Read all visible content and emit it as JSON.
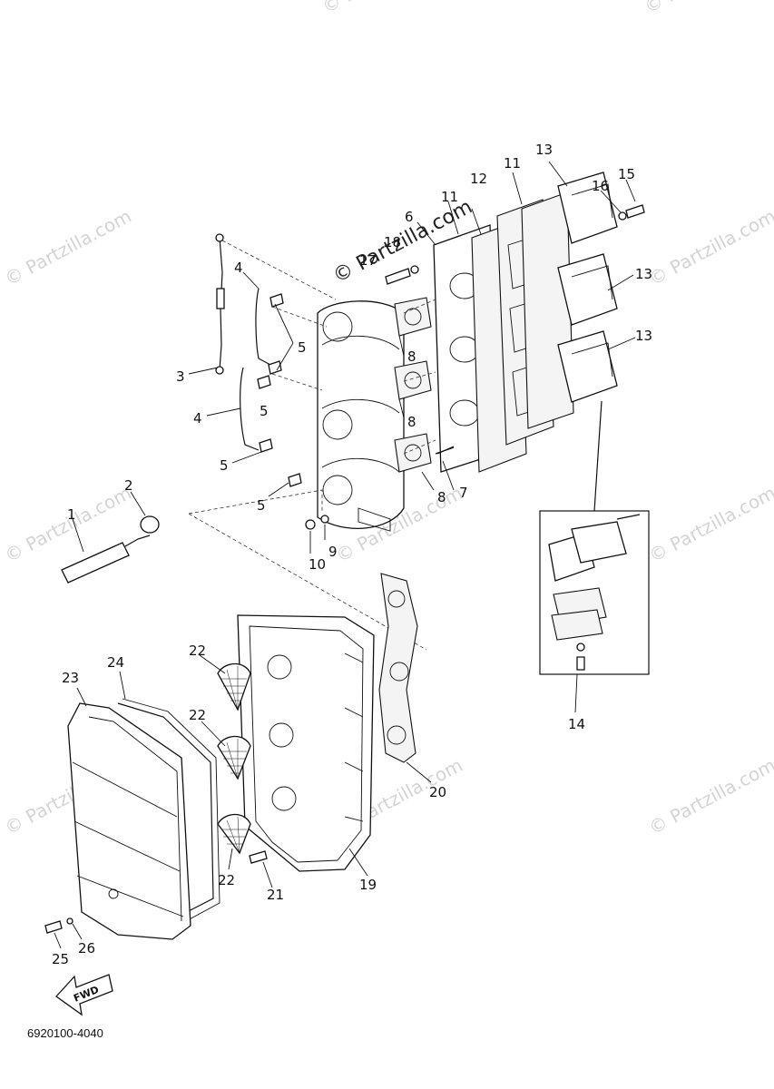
{
  "diagram": {
    "part_number": "6920100-4040",
    "fwd_label": "FWD",
    "watermark_text": "© Partzilla.com",
    "callouts": [
      "1",
      "2",
      "3",
      "4",
      "4",
      "5",
      "5",
      "5",
      "5",
      "6",
      "7",
      "8",
      "8",
      "8",
      "9",
      "10",
      "11",
      "11",
      "12",
      "13",
      "13",
      "13",
      "14",
      "15",
      "16",
      "17",
      "18",
      "19",
      "20",
      "21",
      "22",
      "22",
      "22",
      "23",
      "24",
      "25",
      "26"
    ]
  }
}
